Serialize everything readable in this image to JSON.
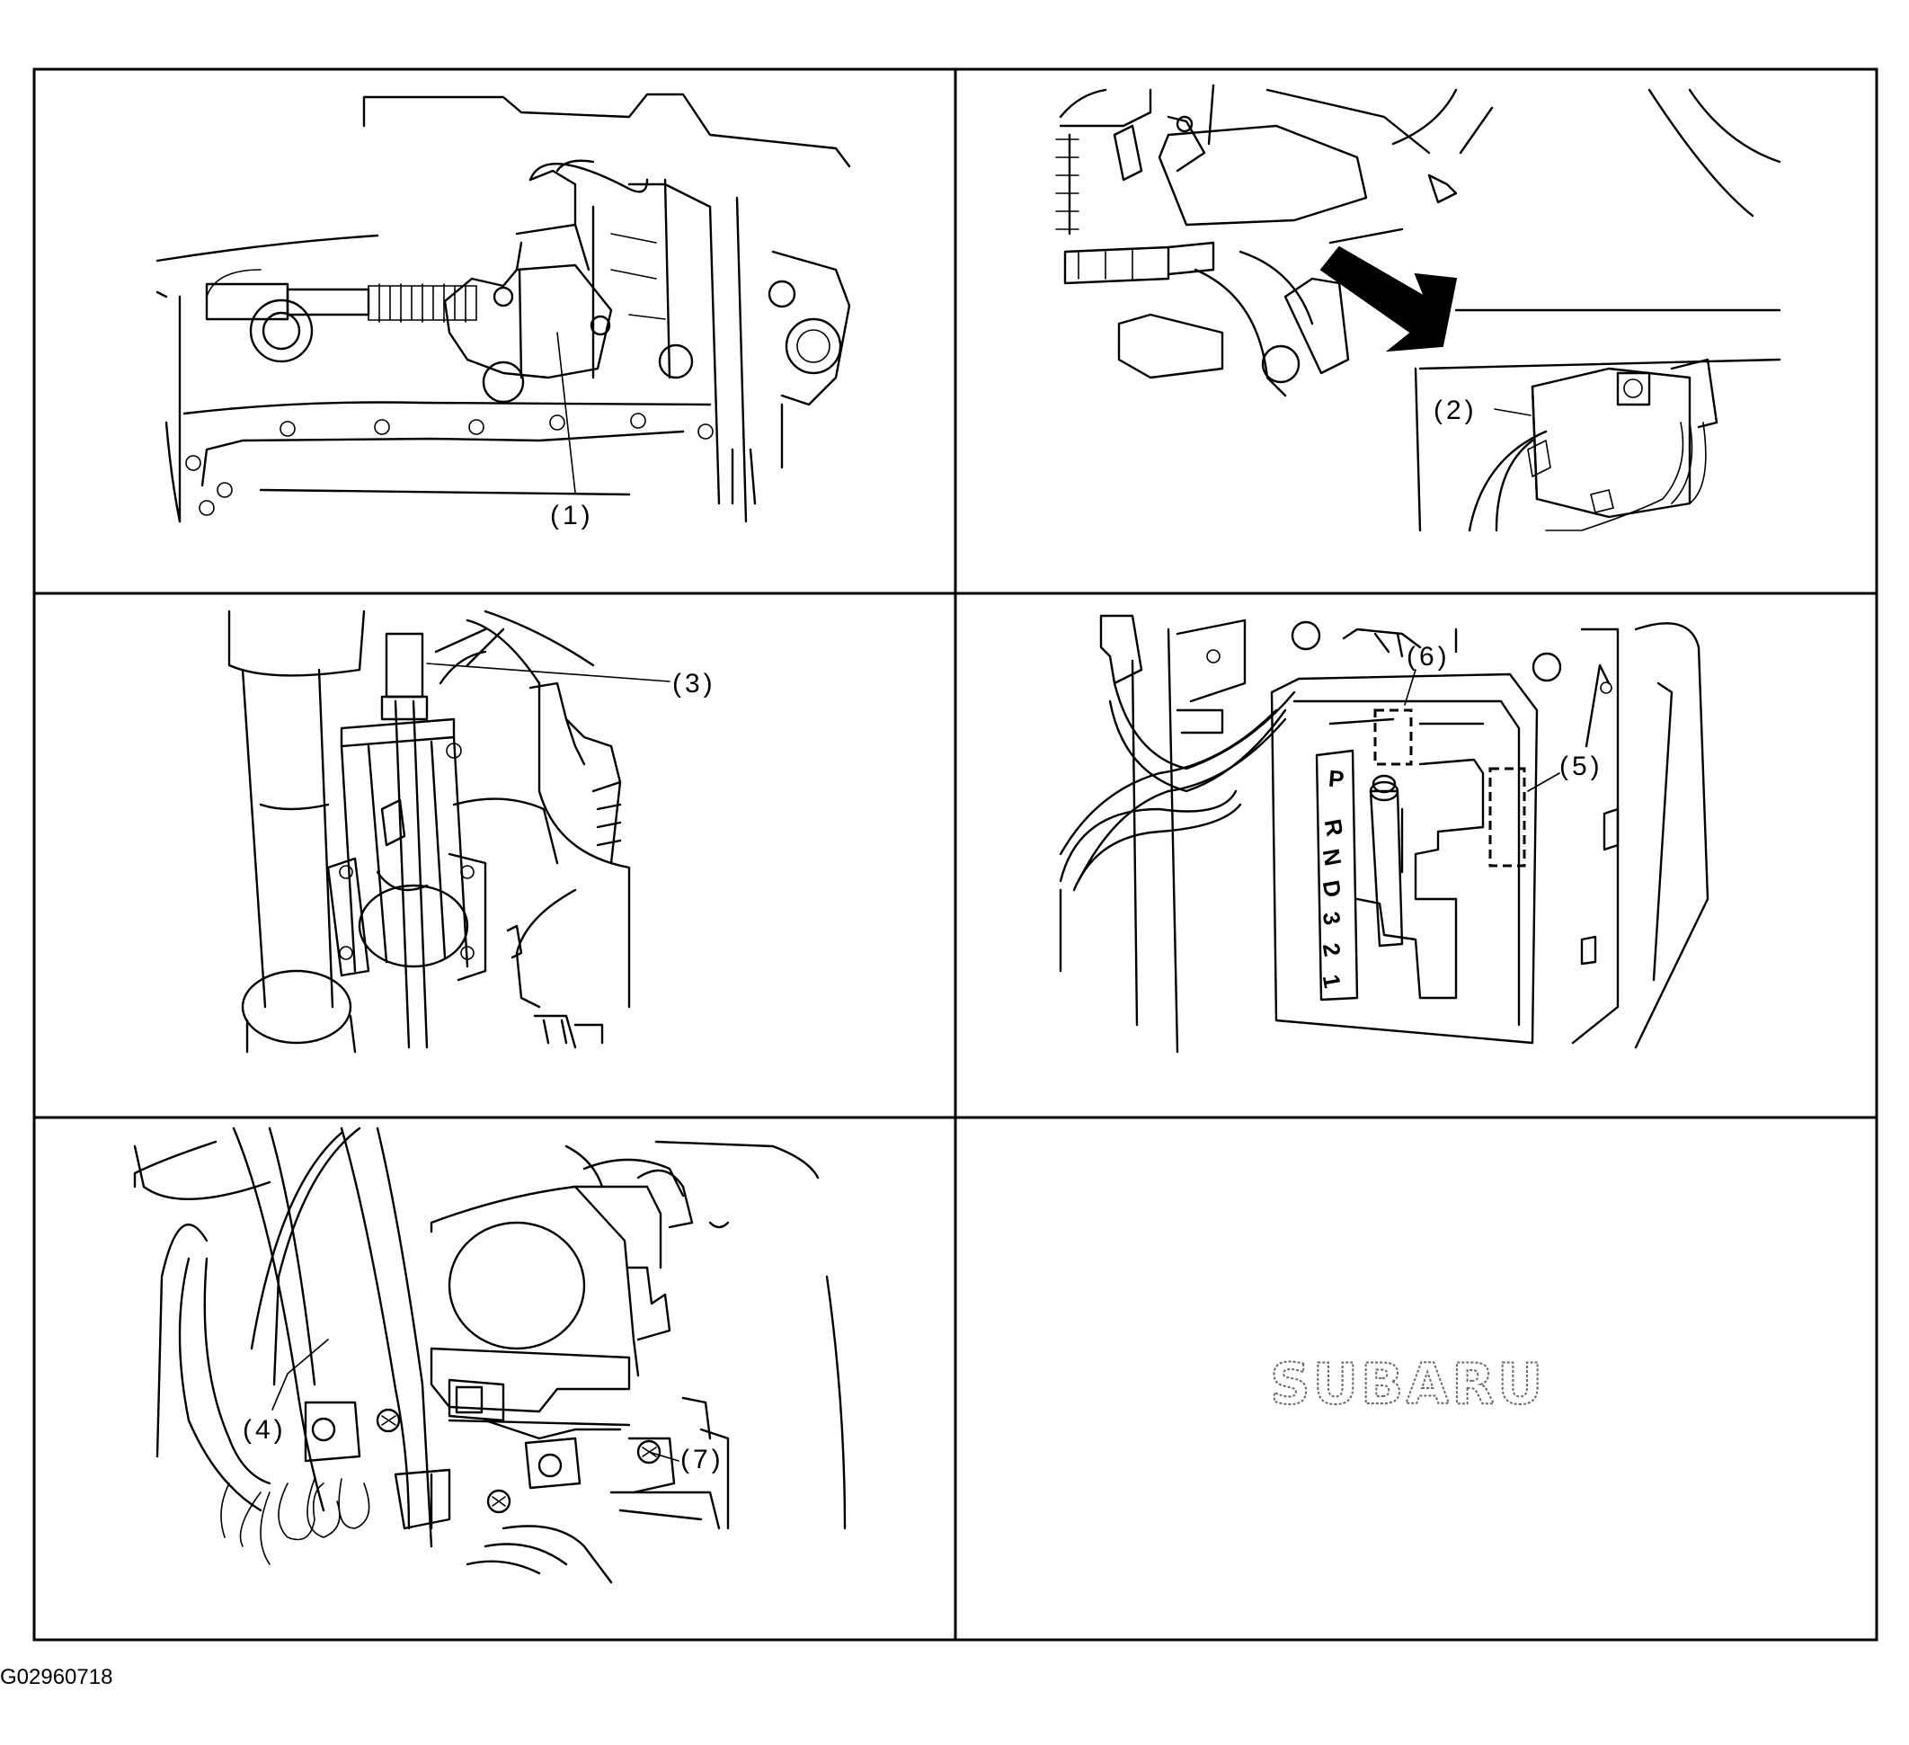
{
  "callouts": {
    "c1": "(1)",
    "c2": "(2)",
    "c3": "(3)",
    "c4": "(4)",
    "c5": "(5)",
    "c6": "(6)",
    "c7": "(7)"
  },
  "shift_positions": [
    "P",
    "R",
    "N",
    "D",
    "3",
    "2",
    "1"
  ],
  "logo_text": "SUBARU",
  "figure_code": "G02960718"
}
